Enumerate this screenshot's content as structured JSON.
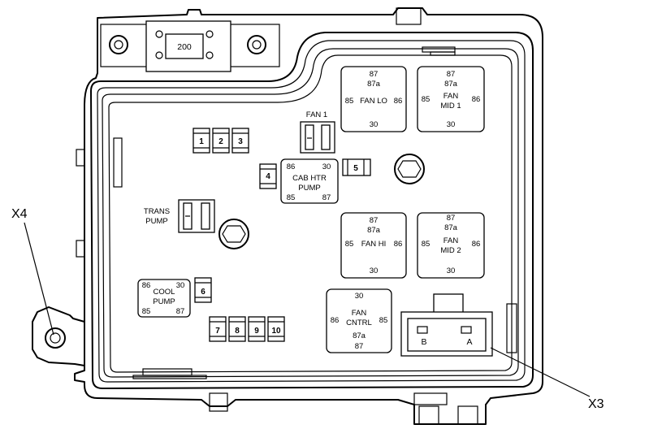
{
  "callouts": {
    "x4": "X4",
    "x3": "X3"
  },
  "main_fuse": {
    "label": "200"
  },
  "relays": {
    "fan_lo": {
      "top1": "87",
      "top2": "87a",
      "left": "85",
      "name1": "FAN LO",
      "name2": "",
      "right": "86",
      "bottom": "30"
    },
    "fan_mid1": {
      "top1": "87",
      "top2": "87a",
      "left": "85",
      "name1": "FAN",
      "name2": "MID 1",
      "right": "86",
      "bottom": "30"
    },
    "fan_hi": {
      "top1": "87",
      "top2": "87a",
      "left": "85",
      "name1": "FAN HI",
      "name2": "",
      "right": "86",
      "bottom": "30"
    },
    "fan_mid2": {
      "top1": "87",
      "top2": "87a",
      "left": "85",
      "name1": "FAN",
      "name2": "MID 2",
      "right": "86",
      "bottom": "30"
    },
    "fan_cntrl": {
      "top1": "30",
      "left": "86",
      "name1": "FAN",
      "name2": "CNTRL",
      "right": "85",
      "bottom1": "87a",
      "bottom2": "87"
    },
    "cab_htr": {
      "tl": "86",
      "tr": "30",
      "name1": "CAB HTR",
      "name2": "PUMP",
      "bl": "85",
      "br": "87"
    },
    "cool_pump": {
      "tl": "86",
      "tr": "30",
      "name1": "COOL",
      "name2": "PUMP",
      "bl": "85",
      "br": "87"
    }
  },
  "maxi_fuses": {
    "fan1": "FAN 1",
    "trans_pump_1": "TRANS",
    "trans_pump_2": "PUMP"
  },
  "mini_fuses": [
    "1",
    "2",
    "3",
    "4",
    "5",
    "6",
    "7",
    "8",
    "9",
    "10"
  ],
  "connector": {
    "pin_b": "B",
    "pin_a": "A"
  }
}
